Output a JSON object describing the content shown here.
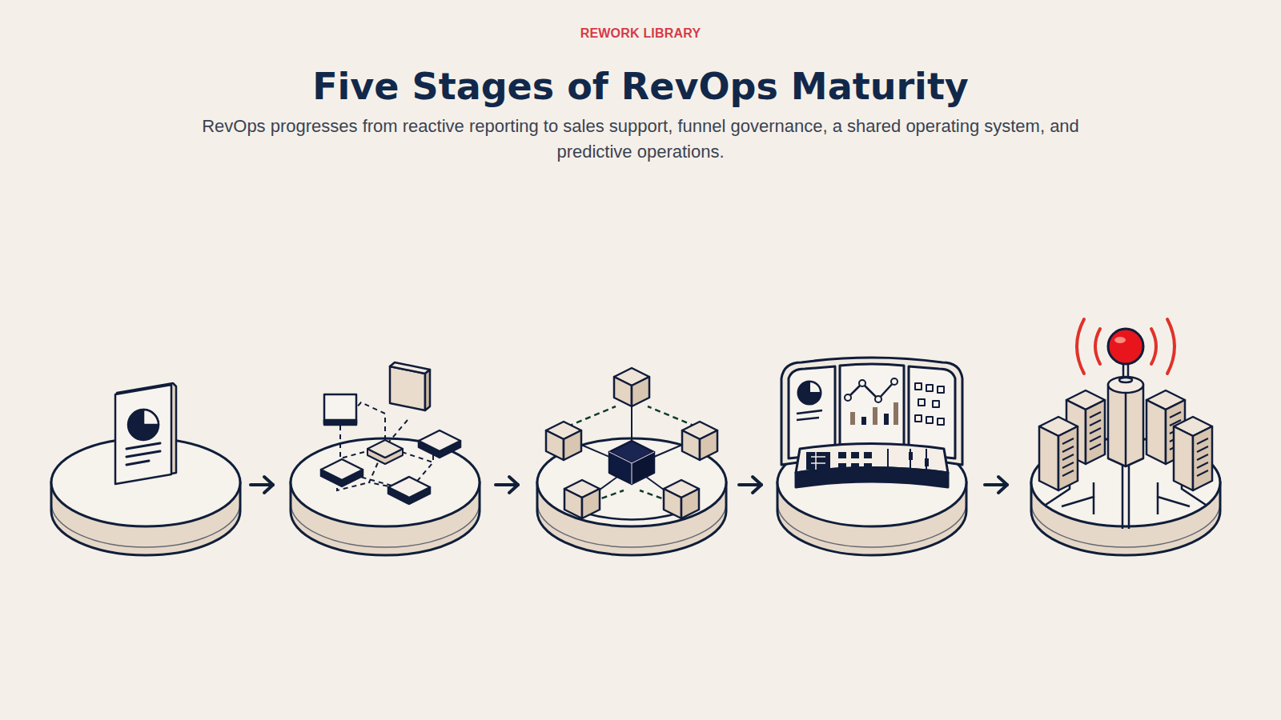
{
  "diagram": {
    "title": "Five Stages of RevOps Maturity",
    "caption": "RevOps progresses from reactive reporting to sales support, funnel governance, a shared operating system, and predictive operations.",
    "labels": [
      "REWORK LIBRARY"
    ]
  }
}
